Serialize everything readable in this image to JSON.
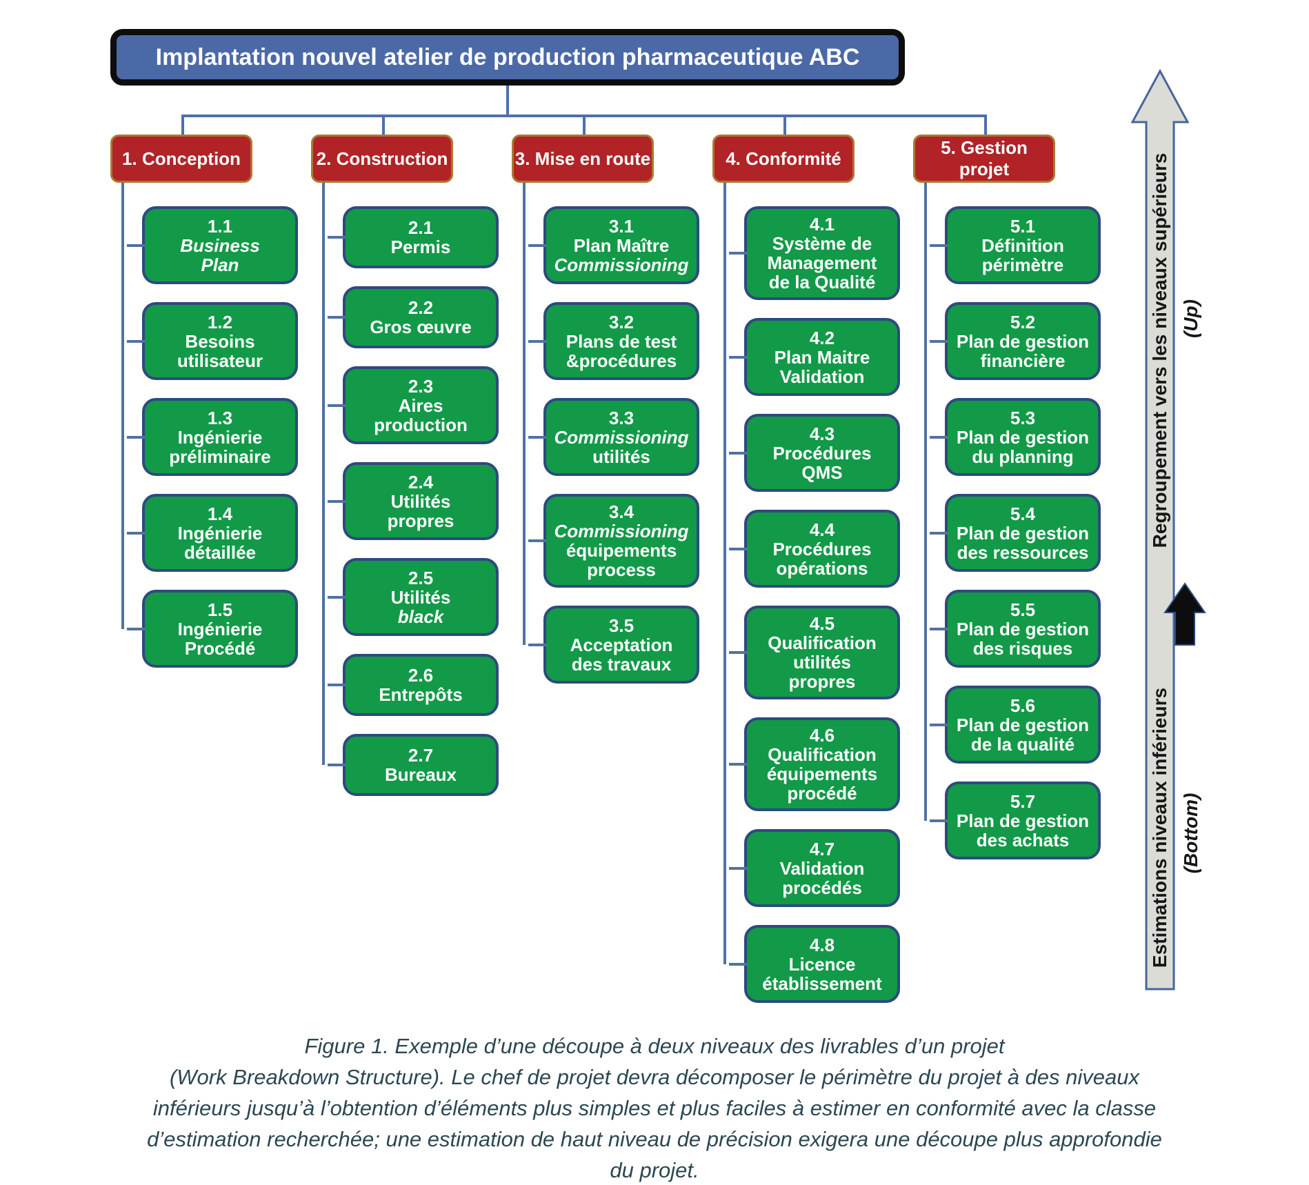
{
  "title": "Implantation nouvel atelier de production pharmaceutique ABC",
  "columns": [
    {
      "header": "1. Conception",
      "items": [
        {
          "id": "1.1",
          "lines": [
            "Business",
            "Plan"
          ]
        },
        {
          "id": "1.2",
          "lines": [
            "Besoins",
            "utilisateur"
          ]
        },
        {
          "id": "1.3",
          "lines": [
            "Ingénierie",
            "préliminaire"
          ]
        },
        {
          "id": "1.4",
          "lines": [
            "Ingénierie",
            "détaillée"
          ]
        },
        {
          "id": "1.5",
          "lines": [
            "Ingénierie",
            "Procédé"
          ]
        }
      ]
    },
    {
      "header": "2. Construction",
      "items": [
        {
          "id": "2.1",
          "lines": [
            "Permis"
          ]
        },
        {
          "id": "2.2",
          "lines": [
            "Gros œuvre"
          ]
        },
        {
          "id": "2.3",
          "lines": [
            "Aires",
            "production"
          ]
        },
        {
          "id": "2.4",
          "lines": [
            "Utilités",
            "propres"
          ]
        },
        {
          "id": "2.5",
          "lines": [
            "Utilités",
            "black"
          ]
        },
        {
          "id": "2.6",
          "lines": [
            "Entrepôts"
          ]
        },
        {
          "id": "2.7",
          "lines": [
            "Bureaux"
          ]
        }
      ]
    },
    {
      "header": "3. Mise en route",
      "items": [
        {
          "id": "3.1",
          "lines": [
            "Plan Maître",
            "Commissioning"
          ]
        },
        {
          "id": "3.2",
          "lines": [
            "Plans de test",
            "&procédures"
          ]
        },
        {
          "id": "3.3",
          "lines": [
            "Commissioning",
            "utilités"
          ]
        },
        {
          "id": "3.4",
          "lines": [
            "Commissioning",
            "équipements",
            "process"
          ]
        },
        {
          "id": "3.5",
          "lines": [
            "Acceptation",
            "des travaux"
          ]
        }
      ]
    },
    {
      "header": "4. Conformité",
      "items": [
        {
          "id": "4.1",
          "lines": [
            "Système de",
            "Management",
            "de la Qualité"
          ]
        },
        {
          "id": "4.2",
          "lines": [
            "Plan Maitre",
            "Validation"
          ]
        },
        {
          "id": "4.3",
          "lines": [
            "Procédures",
            "QMS"
          ]
        },
        {
          "id": "4.4",
          "lines": [
            "Procédures",
            "opérations"
          ]
        },
        {
          "id": "4.5",
          "lines": [
            "Qualification",
            "utilités",
            "propres"
          ]
        },
        {
          "id": "4.6",
          "lines": [
            "Qualification",
            "équipements",
            "procédé"
          ]
        },
        {
          "id": "4.7",
          "lines": [
            "Validation",
            "procédés"
          ]
        },
        {
          "id": "4.8",
          "lines": [
            "Licence",
            "établissement"
          ]
        }
      ]
    },
    {
      "header": "5. Gestion projet",
      "items": [
        {
          "id": "5.1",
          "lines": [
            "Définition",
            "périmètre"
          ]
        },
        {
          "id": "5.2",
          "lines": [
            "Plan de gestion",
            "financière"
          ]
        },
        {
          "id": "5.3",
          "lines": [
            "Plan de gestion",
            "du planning"
          ]
        },
        {
          "id": "5.4",
          "lines": [
            "Plan de gestion",
            "des ressources"
          ]
        },
        {
          "id": "5.5",
          "lines": [
            "Plan de gestion",
            "des risques"
          ]
        },
        {
          "id": "5.6",
          "lines": [
            "Plan de gestion",
            "de la qualité"
          ]
        },
        {
          "id": "5.7",
          "lines": [
            "Plan de gestion",
            "des achats"
          ]
        }
      ]
    }
  ],
  "side_arrow": {
    "label_upper": "Regroupement vers les niveaux supérieurs",
    "note_upper": "(Up)",
    "label_lower": "Estimations niveaux inférieurs",
    "note_lower": "(Bottom)"
  },
  "caption": {
    "lines": [
      "Figure 1. Exemple d’une découpe à deux niveaux des livrables d’un projet",
      "(Work Breakdown Structure). Le chef de projet devra décomposer le périmètre du projet à des niveaux",
      "inférieurs jusqu’à l’obtention d’éléments plus simples et plus faciles à estimer en conformité avec la classe",
      "d’estimation recherchée; une estimation de haut niveau de précision exigera une découpe plus approfondie",
      "du projet."
    ]
  },
  "colors": {
    "title_fill": "#4b69a7",
    "title_border": "#0d0d0d",
    "category_fill": "#b12327",
    "category_border": "#aa7a33",
    "item_fill": "#129a48",
    "item_border": "#2d4a7e",
    "connector": "#4d6fae",
    "side_arrow_fill": "#dcdcd6",
    "side_arrow_border": "#46659b",
    "black_arrow": "#0d0d0d",
    "caption_text": "#2b4752"
  }
}
